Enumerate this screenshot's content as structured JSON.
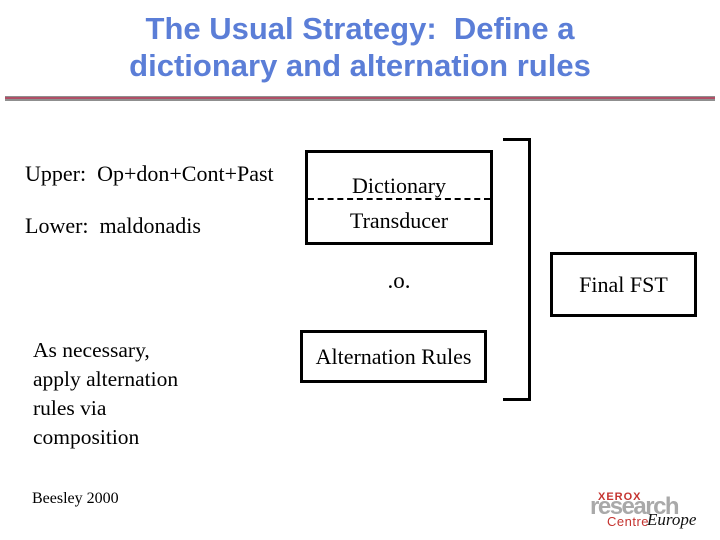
{
  "title": {
    "line1": "The Usual Strategy:  Define a",
    "line2": "dictionary and alternation rules",
    "color": "#5b7ed7"
  },
  "body": {
    "upper": "Upper:  Op+don+Cont+Past",
    "lower": "Lower:  maldonadis",
    "compose_operator": ".o."
  },
  "boxes": {
    "dictionary_line1": "Dictionary",
    "dictionary_line2": "Transducer",
    "alternation": "Alternation Rules",
    "final": "Final FST"
  },
  "note": {
    "lines": [
      "As necessary,",
      "apply alternation",
      "rules via",
      "composition"
    ]
  },
  "footer": {
    "citation": "Beesley 2000"
  },
  "logo": {
    "xerox": "XEROX",
    "research": "research",
    "centre": "Centre",
    "europe": "Europe",
    "red": "#c53430",
    "gray": "#a9a9a9"
  },
  "colors": {
    "title_blue": "#5b7ed7",
    "divider_red": "#b04f66",
    "divider_gray": "#8f8f8f",
    "box_border": "#000000"
  }
}
